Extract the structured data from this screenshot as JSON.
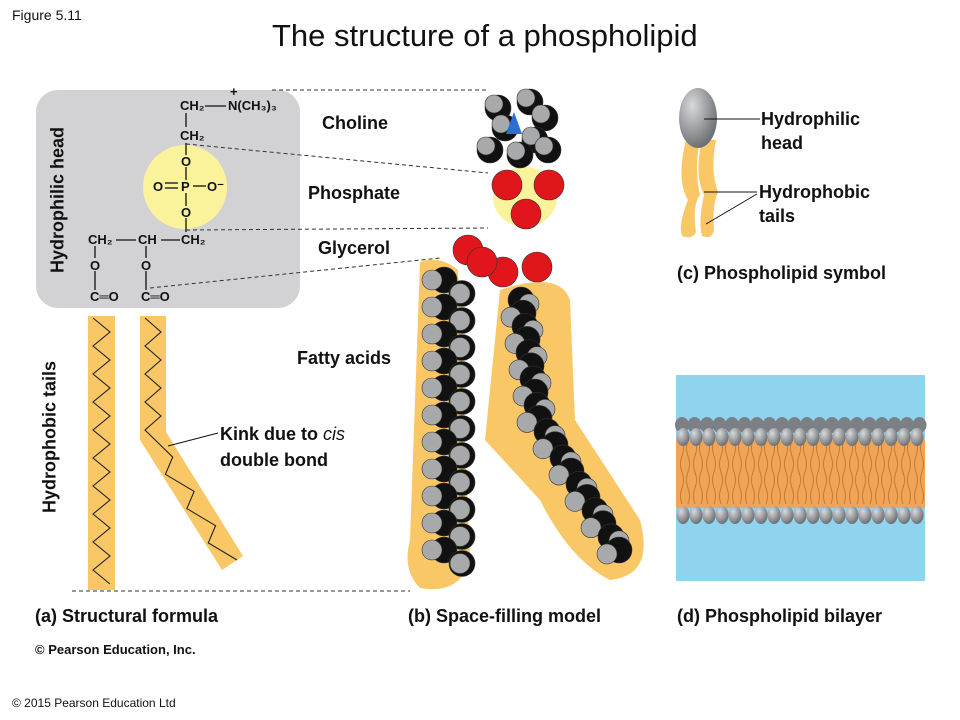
{
  "figure_label": "Figure 5.11",
  "title": "The structure of a phospholipid",
  "structural_formula": {
    "side_label_head": "Hydrophilic head",
    "side_label_tails": "Hydrophobic tails",
    "atoms": {
      "choline_ch2_top": "CH₂",
      "nitrogen": "N(CH₃)₃",
      "plus": "+",
      "choline_ch2": "CH₂",
      "o_upper": "O",
      "o_left": "O",
      "p": "P",
      "o_minus": "O⁻",
      "o_lower": "O",
      "gly_ch2_left": "CH₂",
      "gly_ch": "CH",
      "gly_ch2_right": "CH₂",
      "ester_o1": "O",
      "ester_o2": "O",
      "carbonyl1": "C═O",
      "carbonyl2": "C═O"
    },
    "kink_label_1": "Kink due to ",
    "kink_label_italic": "cis",
    "kink_label_2": "double bond"
  },
  "labels": {
    "choline": "Choline",
    "phosphate": "Phosphate",
    "glycerol": "Glycerol",
    "fatty_acids": "Fatty acids"
  },
  "symbol": {
    "hydrophilic_1": "Hydrophilic",
    "hydrophilic_2": "head",
    "hydrophobic_1": "Hydrophobic",
    "hydrophobic_2": "tails"
  },
  "captions": {
    "a": "(a) Structural formula",
    "b": "(b) Space-filling model",
    "c": "(c) Phospholipid symbol",
    "d": "(d) Phospholipid bilayer"
  },
  "credit_inner": "© Pearson Education, Inc.",
  "credit_outer": "© 2015 Pearson Education Ltd",
  "colors": {
    "head_box": "#d2d2d4",
    "phosphate": "#fbf39b",
    "tail": "#f9c765",
    "water": "#8fd3ef",
    "oxygen": "#e0161c",
    "carbon": "#111111",
    "hydrogen": "#a8a9ab"
  }
}
